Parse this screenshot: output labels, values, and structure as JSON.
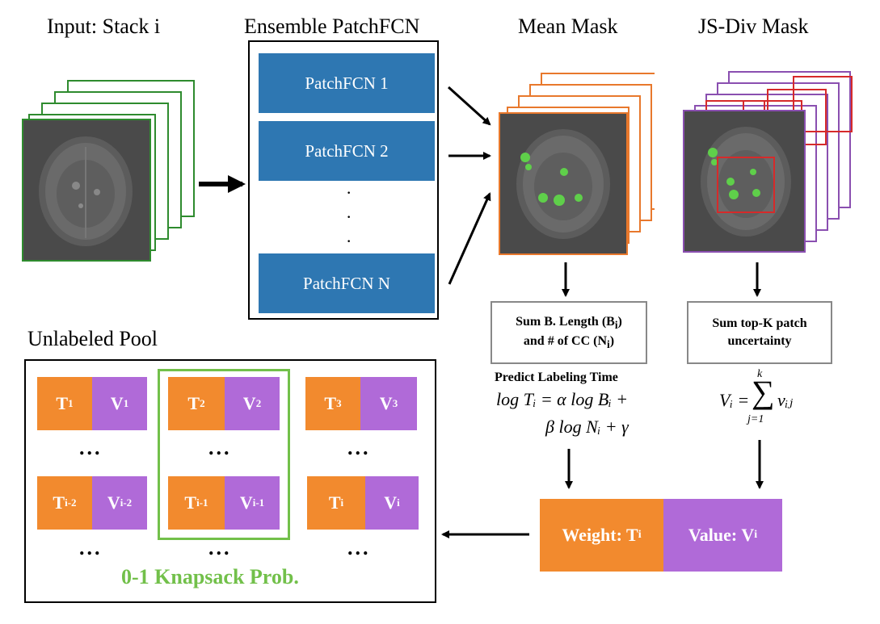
{
  "headers": {
    "input": "Input: Stack i",
    "ensemble": "Ensemble PatchFCN",
    "mean_mask": "Mean Mask",
    "jsdiv_mask": "JS-Div Mask",
    "pool": "Unlabeled Pool"
  },
  "ensemble": {
    "models": [
      "PatchFCN 1",
      "PatchFCN 2",
      "PatchFCN N"
    ],
    "ellipsis": [
      "·",
      "·",
      "·"
    ]
  },
  "mean_branch": {
    "box_line1": "Sum B. Length (B",
    "box_sub1": "i",
    "box_line1_end": ")",
    "box_line2": "and # of CC (N",
    "box_sub2": "i",
    "box_line2_end": ")",
    "predict_title": "Predict Labeling Time",
    "eq_line1": "log Tᵢ = α log Bᵢ +",
    "eq_line2": "β log Nᵢ + γ"
  },
  "jsdiv_branch": {
    "box_line1": "Sum top-K patch",
    "box_line2": "uncertainty",
    "eq_lhs": "Vᵢ =",
    "eq_sum": "∑",
    "eq_upper": "k",
    "eq_lower": "j=1",
    "eq_rhs": "vᵢⱼ"
  },
  "weight_value": {
    "weight_label": "Weight: T",
    "weight_sub": "i",
    "value_label": "Value: V",
    "value_sub": "i"
  },
  "pool": {
    "rows": [
      [
        {
          "t": "T",
          "ts": "1",
          "v": "V",
          "vs": "1"
        },
        {
          "t": "T",
          "ts": "2",
          "v": "V",
          "vs": "2"
        },
        {
          "t": "T",
          "ts": "3",
          "v": "V",
          "vs": "3"
        }
      ],
      [
        {
          "t": "T",
          "ts": "i-2",
          "v": "V",
          "vs": "i-2"
        },
        {
          "t": "T",
          "ts": "i-1",
          "v": "V",
          "vs": "i-1"
        },
        {
          "t": "T",
          "ts": "i",
          "v": "V",
          "vs": "i"
        }
      ]
    ],
    "dots": "...",
    "knapsack_label": "0-1 Knapsack Prob."
  },
  "colors": {
    "input_stack": "#2e8b2e",
    "fcn_blue": "#2e77b2",
    "mean_stack": "#e8782c",
    "jsdiv_stack": "#8a4fb0",
    "jsdiv_roi": "#d62a2a",
    "weight_orange": "#f28a2e",
    "value_purple": "#b06ad8",
    "knapsack_green": "#72c04a",
    "scan_bg": "#4a4a4a"
  }
}
